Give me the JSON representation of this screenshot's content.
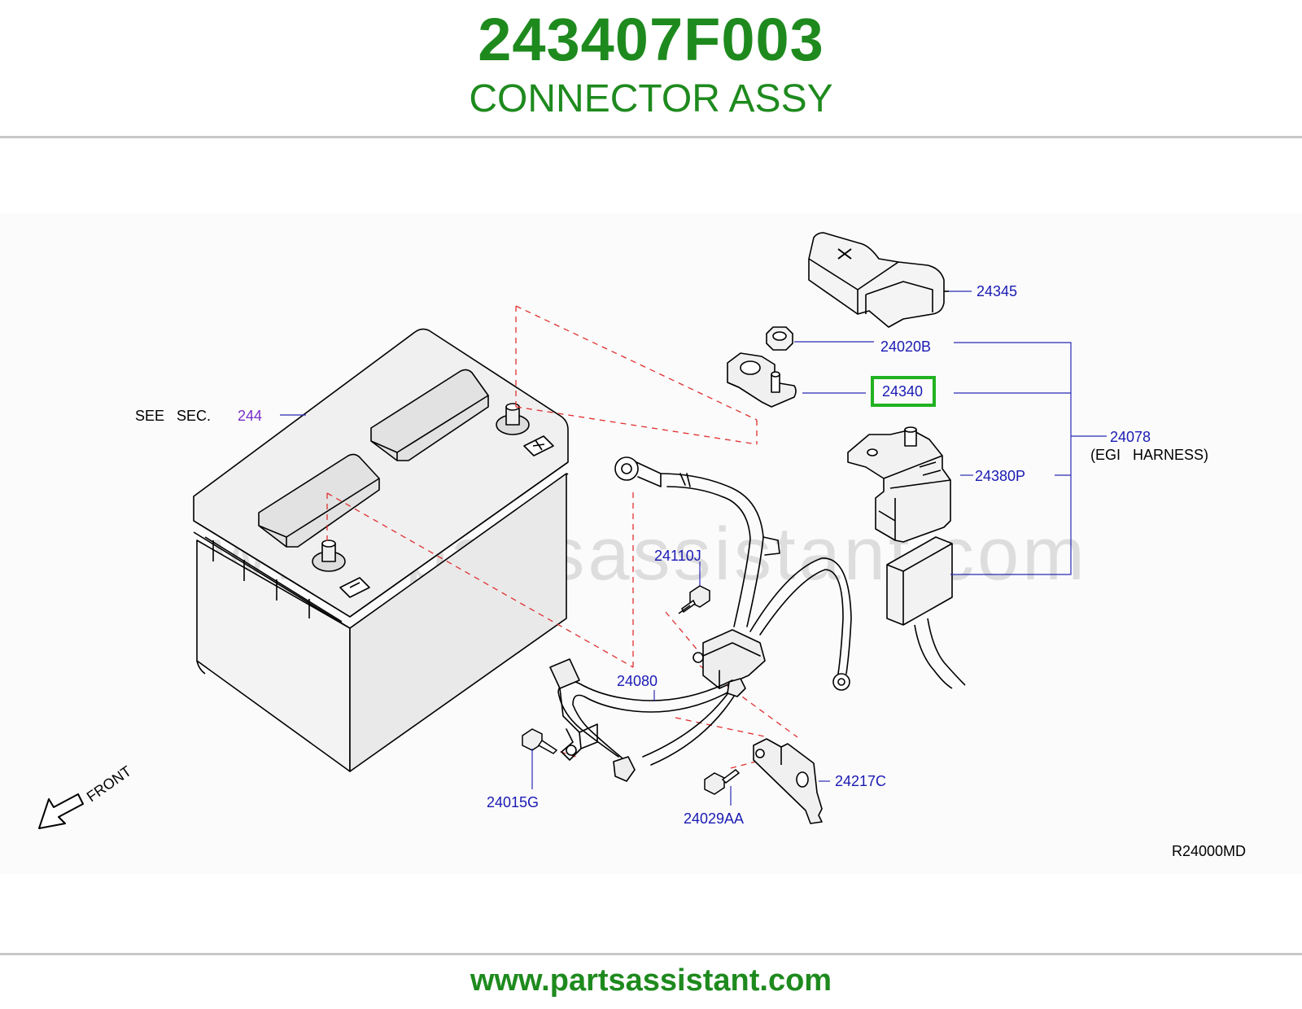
{
  "header": {
    "part_number": "243407F003",
    "part_name": "CONNECTOR ASSY"
  },
  "diagram": {
    "see_sec_label": "SEE   SEC.",
    "see_sec_ref": "244",
    "watermark": "www.partsassistant.com",
    "front_label": "FRONT",
    "drawing_code": "R24000MD",
    "highlight_color": "#22b222",
    "callouts": {
      "c24345": "24345",
      "c24020B": "24020B",
      "c24340": "24340",
      "c24078": "24078",
      "c24078_note": "(EGI   HARNESS)",
      "c24380P": "24380P",
      "c24110J": "24110J",
      "c24080": "24080",
      "c24015G": "24015G",
      "c24029AA": "24029AA",
      "c24217C": "24217C"
    }
  },
  "footer": {
    "url": "www.partsassistant.com"
  }
}
